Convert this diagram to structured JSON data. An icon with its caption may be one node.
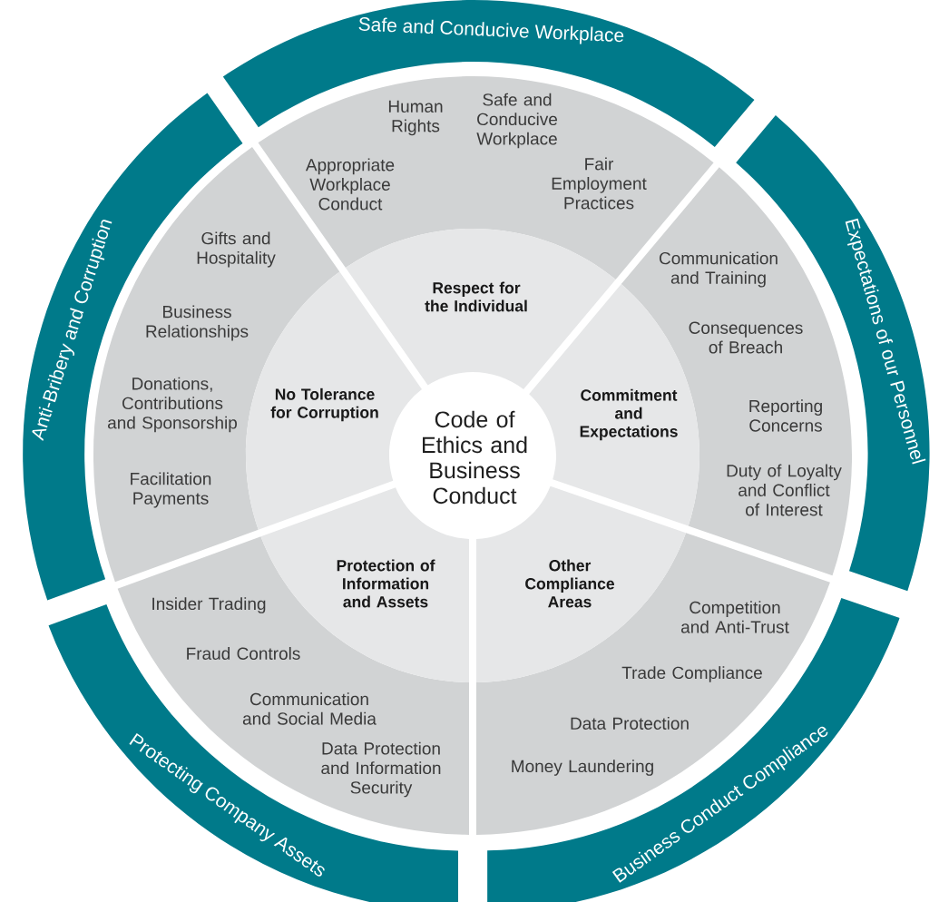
{
  "diagram": {
    "nodes": [
      {
        "text": [
          "Code of Ethics and Business Conduct"
        ]
      },
      {
        "text": [
          "Safe and Conducive Workplace"
        ]
      },
      {
        "text": [
          "Human Rights",
          "Safe and Conducive Workplace",
          "Appropriate Workplace Conduct",
          "Fair Employment Practices"
        ]
      },
      {
        "text": [
          "Respect for the Individual"
        ]
      },
      {
        "text": [
          "Expectations of our Personnel"
        ]
      },
      {
        "text": [
          "Communication and Training",
          "Consequences of Breach",
          "Reporting Concerns",
          "Duty of Loyalty and Conflict of Interest"
        ]
      },
      {
        "text": [
          "Commitment and Expectations"
        ]
      },
      {
        "text": [
          "Business Conduct Compliance"
        ]
      },
      {
        "text": [
          "Competition and Anti-Trust",
          "Trade Compliance",
          "Data Protection",
          "Money Laundering"
        ]
      },
      {
        "text": [
          "Other Compliance Areas"
        ]
      },
      {
        "text": [
          "Protecting Company Assets"
        ]
      },
      {
        "text": [
          "Insider Trading",
          "Fraud Controls",
          "Communication and Social Media",
          "Data Protection and Information Security"
        ]
      },
      {
        "text": [
          "Protection of Information and Assets"
        ]
      },
      {
        "text": [
          "Anti-Bribery and Corruption"
        ]
      },
      {
        "text": [
          "Gifts and Hospitality",
          "Business Relationships",
          "Donations, Contributions and Sponsorship",
          "Facilitation Payments"
        ]
      },
      {
        "text": [
          "No Tolerance for Corruption"
        ]
      }
    ]
  }
}
